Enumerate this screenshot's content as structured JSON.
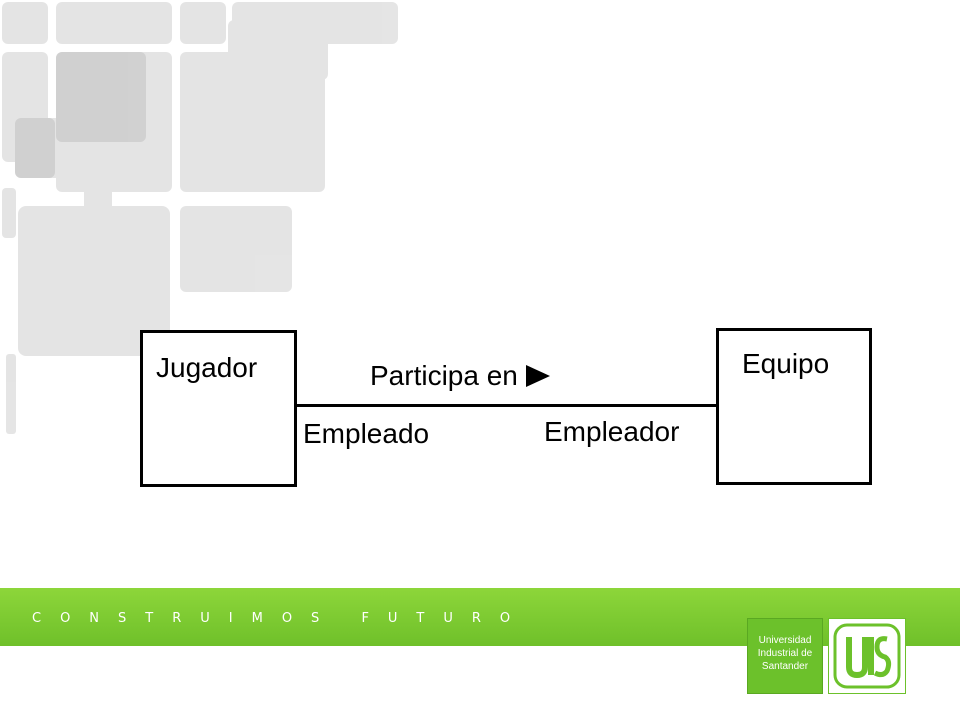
{
  "diagram": {
    "entity_left": "Jugador",
    "entity_right": "Equipo",
    "relationship": "Participa en",
    "role_left": "Empleado",
    "role_right": "Empleador"
  },
  "footer": {
    "slogan": "CONSTRUIMOS FUTURO",
    "logo_line1": "Universidad",
    "logo_line2": "Industrial de",
    "logo_line3": "Santander",
    "logo_mark_text": "UIS"
  },
  "colors": {
    "brand_green": "#6fc02a",
    "decor_gray": "#d9d9d9"
  }
}
